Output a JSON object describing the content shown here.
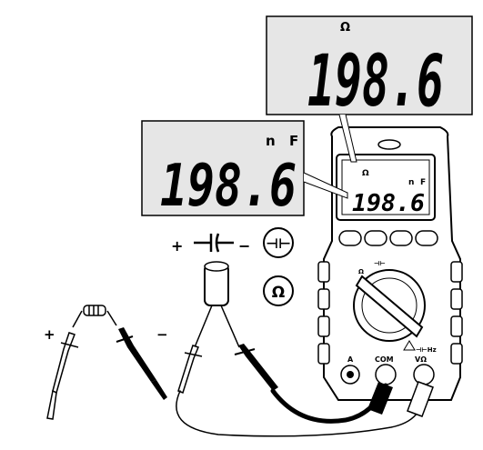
{
  "callout_ohm": {
    "unit": "Ω",
    "reading": "198.6"
  },
  "callout_cap": {
    "unit_prefix": "n",
    "unit": "F",
    "reading": "198.6"
  },
  "meter_display": {
    "ohm": "Ω",
    "prefix": "n",
    "unit": "F",
    "reading": "198.6"
  },
  "cap_symbol_label": {
    "plus": "+",
    "minus": "−"
  },
  "mode_buttons": {
    "cap": "⊣⊢",
    "ohm": "Ω"
  },
  "resistor_polarity": {
    "plus": "+",
    "minus": "−"
  },
  "dial": {
    "ohm": "Ω",
    "cap": "⊣⊢"
  },
  "jacks": {
    "a": "A",
    "com": "COM",
    "vohm_top": "⊣⊢Hz",
    "vohm": "VΩ"
  }
}
